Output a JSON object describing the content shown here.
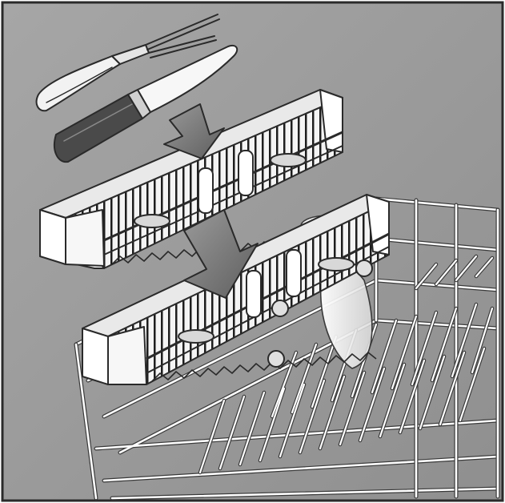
{
  "figure": {
    "background_color": "#9a9a9a",
    "frame_color": "#2a2a2a",
    "tray_fill": "#ffffff",
    "tray_shade": "#d8d8d8",
    "arrow_color": "#7d7d7d",
    "rack_wire": "#ffffff",
    "utensils": [
      "carving-fork",
      "kitchen-knife"
    ],
    "components": [
      "knife-rack-lower-position",
      "knife-rack-upper-position",
      "dishwasher-upper-rack",
      "wine-glass"
    ]
  }
}
